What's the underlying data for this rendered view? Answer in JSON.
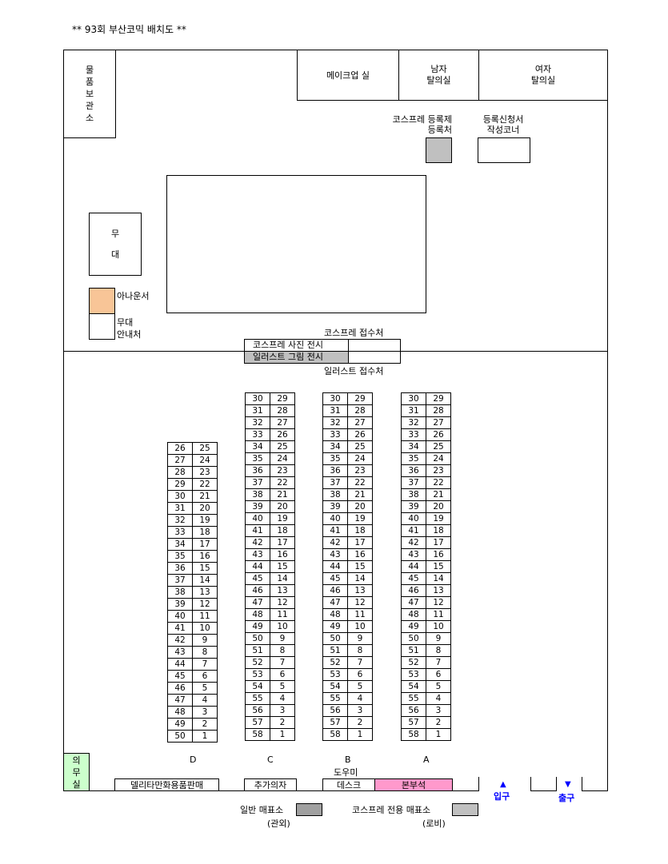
{
  "title": "**  93회 부산코믹 배치도 **",
  "rooms": {
    "storage": "물\n품\n보\n관\n소",
    "makeup": "메이크업 실",
    "male_changing": "남자\n탈의실",
    "female_changing": "여자\n탈의실",
    "stage": "무\n\n대",
    "announcer": "아나운서",
    "stage_guide": "무대\n안내처",
    "medical": "의\n무\n실"
  },
  "labels": {
    "cosplay_register": "코스프레 등록제\n등록처",
    "register_form": "등록신청서\n작성코너",
    "cosplay_reception": "코스프레 접수처",
    "cosplay_photo": "코스프레 사진 전시",
    "illust_exhibit": "일러스트 그림 전시",
    "illust_reception": "일러스트 접수처",
    "merch_shop": "델리타만화용품판매",
    "extra_chairs": "추가의자",
    "helper": "도우미",
    "desk": "데스크",
    "hq": "본부석",
    "entrance": "입구",
    "exit": "출구",
    "entrance_arrow": "▲",
    "exit_arrow": "▼"
  },
  "legend": {
    "general_ticket": "일반 매표소",
    "general_ticket_sub": "(관외)",
    "cosplay_ticket": "코스프레 전용 매표소",
    "cosplay_ticket_sub": "(로비)"
  },
  "colors": {
    "announcer_fill": "#f8c597",
    "gray_fill": "#c0c0c0",
    "hq_fill": "#ff99cc",
    "medical_fill": "#ccffcc",
    "arrow_blue": "#0000ff"
  },
  "booth_columns": [
    {
      "name": "D",
      "left": [
        26,
        27,
        28,
        29,
        30,
        31,
        32,
        33,
        34,
        35,
        36,
        37,
        38,
        39,
        40,
        41,
        42,
        43,
        44,
        45,
        46,
        47,
        48,
        49,
        50
      ],
      "right": [
        25,
        24,
        23,
        22,
        21,
        20,
        19,
        18,
        17,
        16,
        15,
        14,
        13,
        12,
        11,
        10,
        9,
        8,
        7,
        6,
        5,
        4,
        3,
        2,
        1
      ]
    },
    {
      "name": "C",
      "left": [
        30,
        31,
        32,
        33,
        34,
        35,
        36,
        37,
        38,
        39,
        40,
        41,
        42,
        43,
        44,
        45,
        46,
        47,
        48,
        49,
        50,
        51,
        52,
        53,
        54,
        55,
        56,
        57,
        58
      ],
      "right": [
        29,
        28,
        27,
        26,
        25,
        24,
        23,
        22,
        21,
        20,
        19,
        18,
        17,
        16,
        15,
        14,
        13,
        12,
        11,
        10,
        9,
        8,
        7,
        6,
        5,
        4,
        3,
        2,
        1
      ]
    },
    {
      "name": "B",
      "left": [
        30,
        31,
        32,
        33,
        34,
        35,
        36,
        37,
        38,
        39,
        40,
        41,
        42,
        43,
        44,
        45,
        46,
        47,
        48,
        49,
        50,
        51,
        52,
        53,
        54,
        55,
        56,
        57,
        58
      ],
      "right": [
        29,
        28,
        27,
        26,
        25,
        24,
        23,
        22,
        21,
        20,
        19,
        18,
        17,
        16,
        15,
        14,
        13,
        12,
        11,
        10,
        9,
        8,
        7,
        6,
        5,
        4,
        3,
        2,
        1
      ]
    },
    {
      "name": "A",
      "left": [
        30,
        31,
        32,
        33,
        34,
        35,
        36,
        37,
        38,
        39,
        40,
        41,
        42,
        43,
        44,
        45,
        46,
        47,
        48,
        49,
        50,
        51,
        52,
        53,
        54,
        55,
        56,
        57,
        58
      ],
      "right": [
        29,
        28,
        27,
        26,
        25,
        24,
        23,
        22,
        21,
        20,
        19,
        18,
        17,
        16,
        15,
        14,
        13,
        12,
        11,
        10,
        9,
        8,
        7,
        6,
        5,
        4,
        3,
        2,
        1
      ]
    }
  ]
}
